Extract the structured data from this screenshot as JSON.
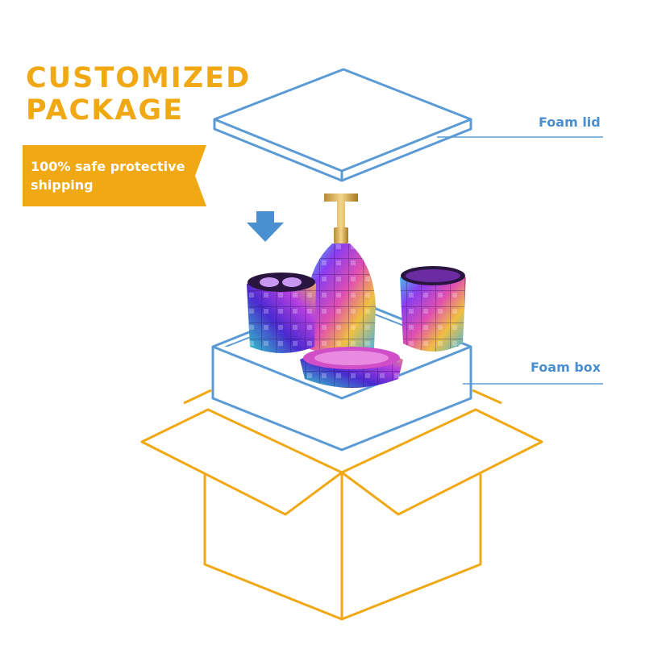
{
  "title": {
    "line1": "CUSTOMIZED",
    "line2": "PACKAGE"
  },
  "banner": {
    "text": "100% safe protective shipping"
  },
  "labels": {
    "foam_lid": "Foam lid",
    "foam_box": "Foam box"
  },
  "icons": {
    "arrow": "arrow-down-icon"
  },
  "colors": {
    "accent": "#f0a814",
    "foam_outline": "#5b9bd5",
    "label": "#4a8fd0",
    "box_outline": "#f0a814",
    "banner_text": "#ffffff"
  }
}
